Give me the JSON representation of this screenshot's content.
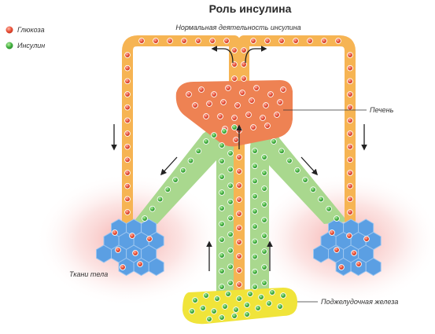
{
  "title": "Роль инсулина",
  "subtitle": "Нормальная деятельность инсулина",
  "legend": [
    {
      "label": "Глюкоза",
      "color": "#e8503a"
    },
    {
      "label": "Инсулин",
      "color": "#3fae3f"
    }
  ],
  "labels": {
    "liver": "Печень",
    "tissues": "Ткани тела",
    "pancreas": "Поджелудочная железа"
  },
  "colors": {
    "vessel": "#f6b453",
    "insulin_path": "#a9d88e",
    "liver": "#ee8253",
    "pancreas": "#f0e43a",
    "cells": "#5b9fe3",
    "glow": "#f7aaa8"
  }
}
